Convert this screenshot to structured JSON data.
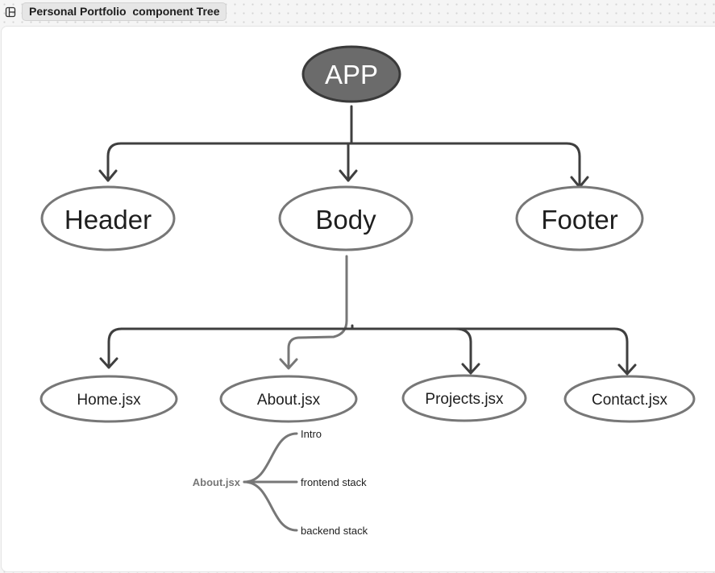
{
  "frame": {
    "title": "Personal Portfolio  component Tree",
    "icon": "frame-icon"
  },
  "diagram": {
    "nodes": {
      "app": "APP",
      "header": "Header",
      "body": "Body",
      "footer": "Footer",
      "home": "Home.jsx",
      "about": "About.jsx",
      "projects": "Projects.jsx",
      "contact": "Contact.jsx"
    },
    "mindmap": {
      "root": "About.jsx",
      "branches": [
        "Intro",
        "frontend stack",
        "backend stack"
      ]
    },
    "colors": {
      "app_fill": "#6b6b6b",
      "node_stroke": "#777777",
      "connector": "#3f3f3f",
      "text": "#1e1e1e"
    }
  }
}
